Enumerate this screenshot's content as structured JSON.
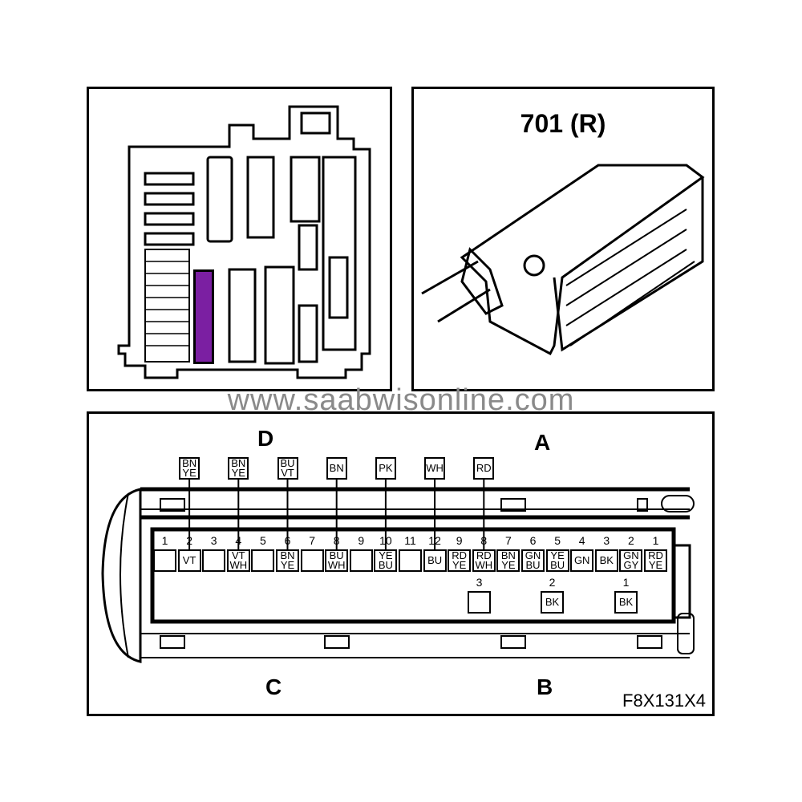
{
  "watermark": "www.saabwisonline.com",
  "connector_title": "701 (R)",
  "figure_code": "F8X131X4",
  "sides": {
    "a": "A",
    "b": "B",
    "c": "C",
    "d": "D"
  },
  "colors": {
    "highlight": "#7b1fa2",
    "watermark": "#8a8a8a"
  },
  "upper_row": [
    {
      "pin": "1",
      "color": ""
    },
    {
      "pin": "2",
      "color": "VT"
    },
    {
      "pin": "3",
      "color": ""
    },
    {
      "pin": "4",
      "color": "VT\nWH"
    },
    {
      "pin": "5",
      "color": ""
    },
    {
      "pin": "6",
      "color": "BN\nYE"
    },
    {
      "pin": "7",
      "color": ""
    },
    {
      "pin": "8",
      "color": "BU\nWH"
    },
    {
      "pin": "9",
      "color": ""
    },
    {
      "pin": "10",
      "color": "YE\nBU"
    },
    {
      "pin": "11",
      "color": ""
    },
    {
      "pin": "12",
      "color": "BU"
    },
    {
      "pin": "9",
      "color": "RD\nYE"
    },
    {
      "pin": "8",
      "color": "RD\nWH"
    },
    {
      "pin": "7",
      "color": "BN\nYE"
    },
    {
      "pin": "6",
      "color": "GN\nBU"
    },
    {
      "pin": "5",
      "color": "YE\nBU"
    },
    {
      "pin": "4",
      "color": "GN"
    },
    {
      "pin": "3",
      "color": "BK"
    },
    {
      "pin": "2",
      "color": "GN\nGY"
    },
    {
      "pin": "1",
      "color": "RD\nYE"
    }
  ],
  "wire_labels": [
    {
      "slot": 1,
      "label": "BN\nYE"
    },
    {
      "slot": 3,
      "label": "BN\nYE"
    },
    {
      "slot": 5,
      "label": "BU\nVT"
    },
    {
      "slot": 7,
      "label": "BN"
    },
    {
      "slot": 9,
      "label": "PK"
    },
    {
      "slot": 11,
      "label": "WH"
    },
    {
      "slot": 13,
      "label": "RD"
    }
  ],
  "lower_row": [
    {
      "pin": "3",
      "color": ""
    },
    {
      "pin": "2",
      "color": "BK"
    },
    {
      "pin": "1",
      "color": "BK"
    }
  ]
}
